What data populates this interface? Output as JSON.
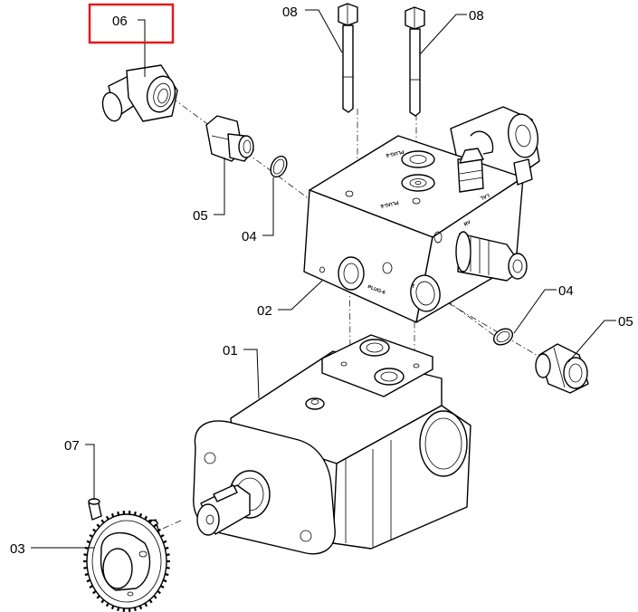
{
  "diagram": {
    "highlight_color": "#e01b1b",
    "line_color": "#000000",
    "background": "#ffffff",
    "callouts": [
      {
        "id": "c06",
        "label": "06",
        "highlighted": true
      },
      {
        "id": "c08a",
        "label": "08"
      },
      {
        "id": "c08b",
        "label": "08"
      },
      {
        "id": "c05a",
        "label": "05"
      },
      {
        "id": "c04a",
        "label": "04"
      },
      {
        "id": "c02",
        "label": "02"
      },
      {
        "id": "c04b",
        "label": "04"
      },
      {
        "id": "c05b",
        "label": "05"
      },
      {
        "id": "c01",
        "label": "01"
      },
      {
        "id": "c07",
        "label": "07"
      },
      {
        "id": "c03",
        "label": "03"
      }
    ],
    "engravings": {
      "plug_top_1": "PLUG-6",
      "plug_top_2": "PLUG-6",
      "plug_front": "PLUG-6",
      "port_t": "T",
      "port_rv": "RV",
      "port_lal": "LAL"
    }
  }
}
